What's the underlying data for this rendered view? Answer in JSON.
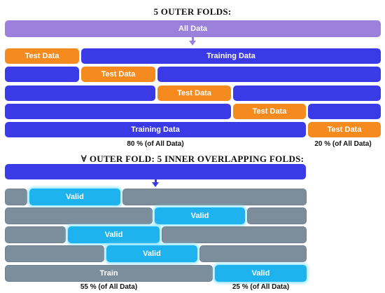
{
  "outer": {
    "title": "5 OUTER FOLDS:",
    "all_data_label": "All Data",
    "test_label": "Test Data",
    "training_label": "Training Data",
    "pct_training": "80 % (of All Data)",
    "pct_test": "20 % (of All Data)"
  },
  "inner": {
    "title": "∀ OUTER FOLD: 5 INNER OVERLAPPING FOLDS:",
    "valid_label": "Valid",
    "train_label": "Train",
    "pct_train": "55 % (of All Data)",
    "pct_valid": "25 % (of All Data)"
  },
  "colors": {
    "all_data": "#9b80dc",
    "training": "#3a3ae6",
    "test": "#f58a1e",
    "inner_train": "#7c8d9c",
    "valid": "#1eb2ef"
  }
}
